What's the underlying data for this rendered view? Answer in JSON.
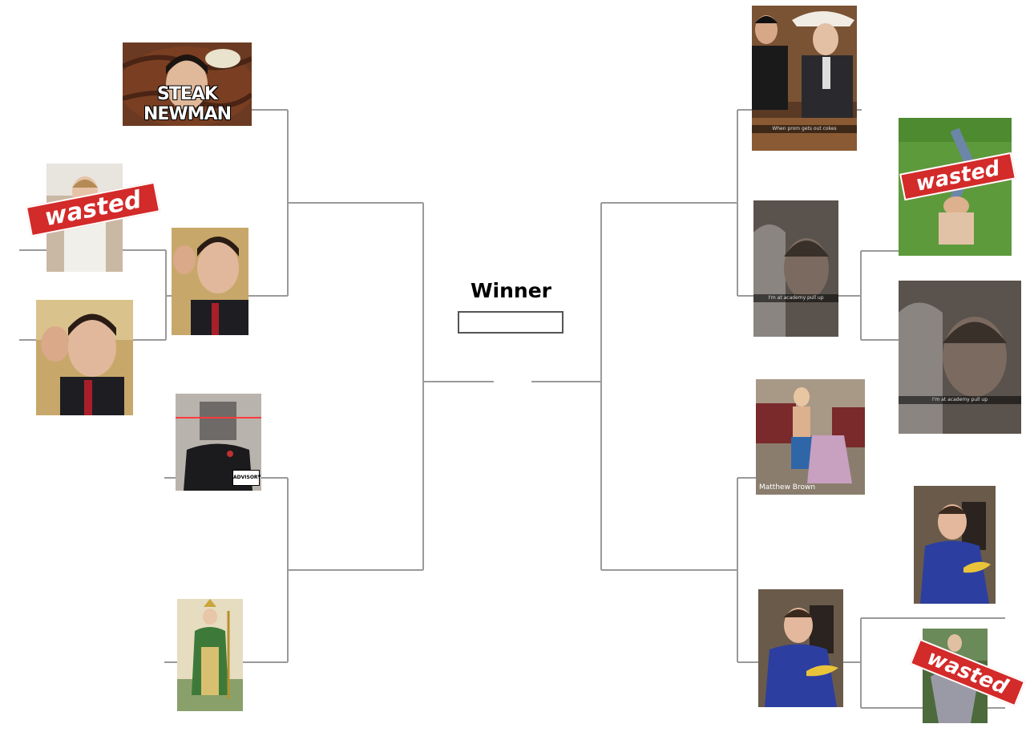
{
  "winner": {
    "title": "Winner",
    "name": ""
  },
  "left_bracket": {
    "r1_top": {
      "meme_text": "STEAK NEWMAN"
    },
    "r1_a": {
      "stamp": "wasted"
    },
    "r1_b": {},
    "r2_a": {},
    "r1_bottom_a": {
      "advisory": "ADVISORY"
    },
    "r1_bottom_b": {}
  },
  "right_bracket": {
    "r1_top": {
      "caption": "When prom gets out cokes"
    },
    "r1_a": {
      "stamp": "wasted"
    },
    "r1_b": {
      "caption": "I'm at academy pull up"
    },
    "r2_a": {
      "caption": "I'm at academy pull up"
    },
    "r1_c": {
      "name_tag": "Matthew Brown"
    },
    "r1_d": {},
    "r2_b": {},
    "r1_e": {
      "stamp": "wasted"
    }
  },
  "colors": {
    "line": "#9a9a9a",
    "stamp_red": "#d32a2a",
    "grass": "#5d9a3c",
    "jacket_blue": "#2c3fa0"
  }
}
